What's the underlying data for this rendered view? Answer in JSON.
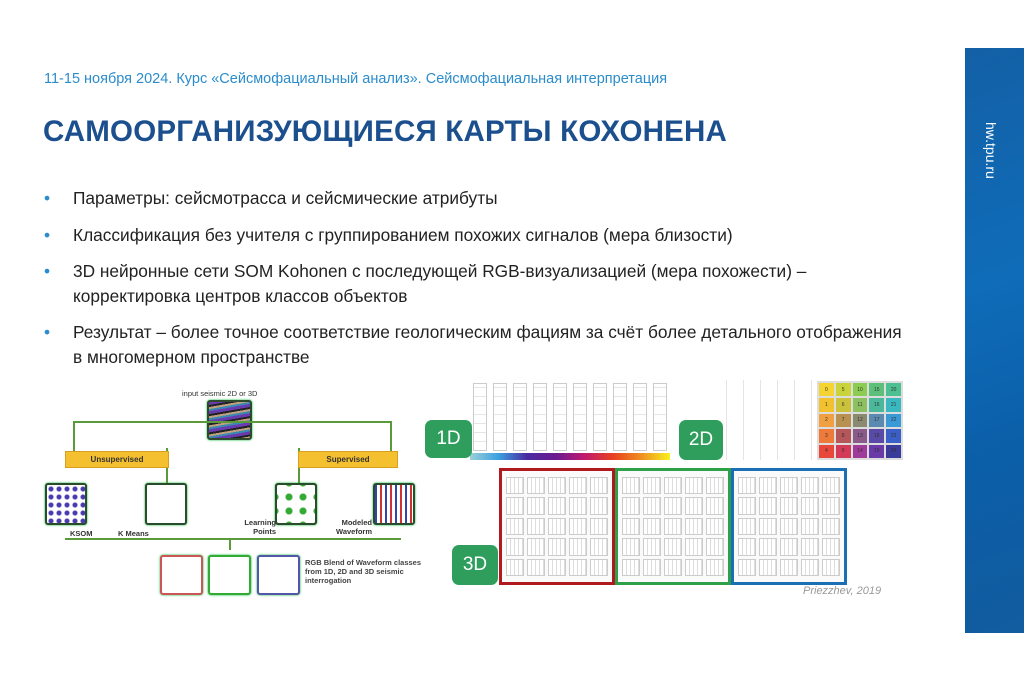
{
  "header": {
    "subtitle": "11-15 ноября 2024. Курс «Сейсмофациальный анализ». Сейсмофациальная интерпретация",
    "title": "САМООРГАНИЗУЮЩИЕСЯ КАРТЫ КОХОНЕНА"
  },
  "sidebar": {
    "site": "hw.tpu.ru",
    "color": "#0f6cb8"
  },
  "bullets": [
    "Параметры: сейсмотрасса и сейсмические атрибуты",
    "Классификация без учителя с группированием похожих сигналов (мера близости)",
    "3D нейронные сети SOM Kohonen с последующей RGB-визуализацией (мера похожести) – корректировка центров классов объектов",
    "Результат – более точное соответствие геологическим фациям за счёт более детального отображения в многомерном пространстве"
  ],
  "bullet_symbol": "•",
  "left_figure": {
    "input": "input seismic 2D or 3D",
    "unsupervised": "Unsupervised",
    "supervised": "Supervised",
    "ksom": "KSOM",
    "kmeans": "K Means",
    "learning": "Learning Points",
    "modeled": "Modeled Waveform",
    "rgb": "RGB Blend of Waveform classes from 1D, 2D and 3D seismic interrogation"
  },
  "right_figure": {
    "badge_1d": "1D",
    "badge_2d": "2D",
    "badge_3d": "3D",
    "grid_numbers": [
      0,
      5,
      10,
      15,
      20,
      1,
      6,
      11,
      16,
      21,
      2,
      7,
      12,
      17,
      22,
      3,
      8,
      13,
      18,
      23,
      4,
      9,
      14,
      19,
      24
    ],
    "grid_colors": [
      "#f5d431",
      "#c8d43a",
      "#8ccc50",
      "#5cc07a",
      "#4cc090",
      "#f2c12e",
      "#c9c23a",
      "#8cc060",
      "#4ab89a",
      "#3ab8c0",
      "#f0a040",
      "#b89050",
      "#8a8a70",
      "#5a8ab0",
      "#3a9ad8",
      "#ee7a3a",
      "#b5575a",
      "#8a5a88",
      "#5a4aa8",
      "#3a60c8",
      "#e8473a",
      "#d43a58",
      "#a03a9a",
      "#6a3aa8",
      "#3a3a9a"
    ],
    "box_colors": [
      "#b0191e",
      "#2ea04a",
      "#1a6fb5"
    ],
    "citation": "Priezzhev, 2019"
  }
}
